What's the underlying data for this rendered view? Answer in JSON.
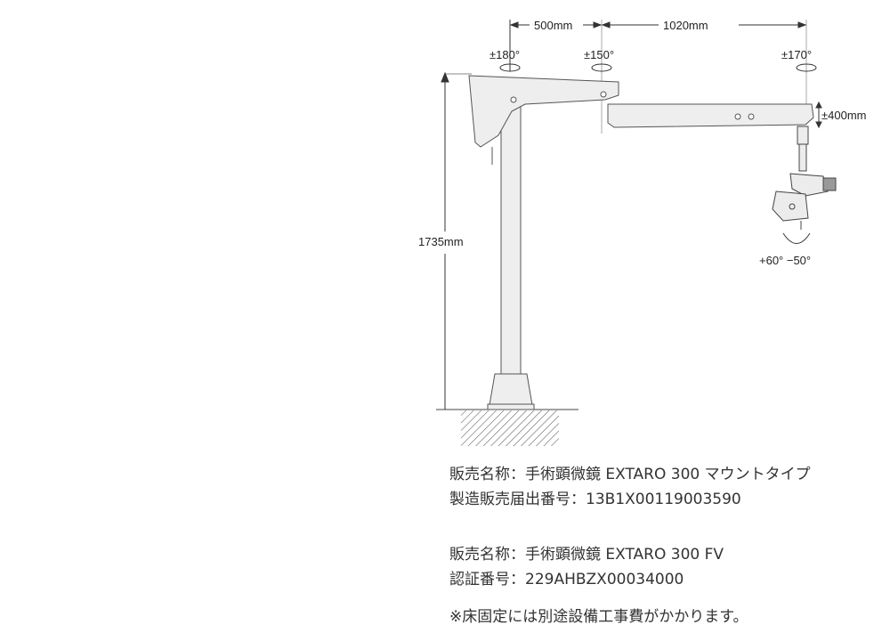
{
  "diagram": {
    "labels": {
      "arm1_length": "500mm",
      "arm2_length": "1020mm",
      "rot_base": "±180°",
      "rot_joint": "±150°",
      "rot_head": "±170°",
      "vertical_travel": "±400mm",
      "height": "1735mm",
      "tilt": "+60° −50°"
    }
  },
  "info": {
    "product1_name": "販売名称：手術顕微鏡 EXTARO 300 マウントタイプ",
    "product1_number": "製造販売届出番号：13B1X00119003590",
    "product2_name": "販売名称：手術顕微鏡 EXTARO 300 FV",
    "product2_number": "認証番号：229AHBZX00034000",
    "note": "※床固定には別途設備工事費がかかります。"
  }
}
